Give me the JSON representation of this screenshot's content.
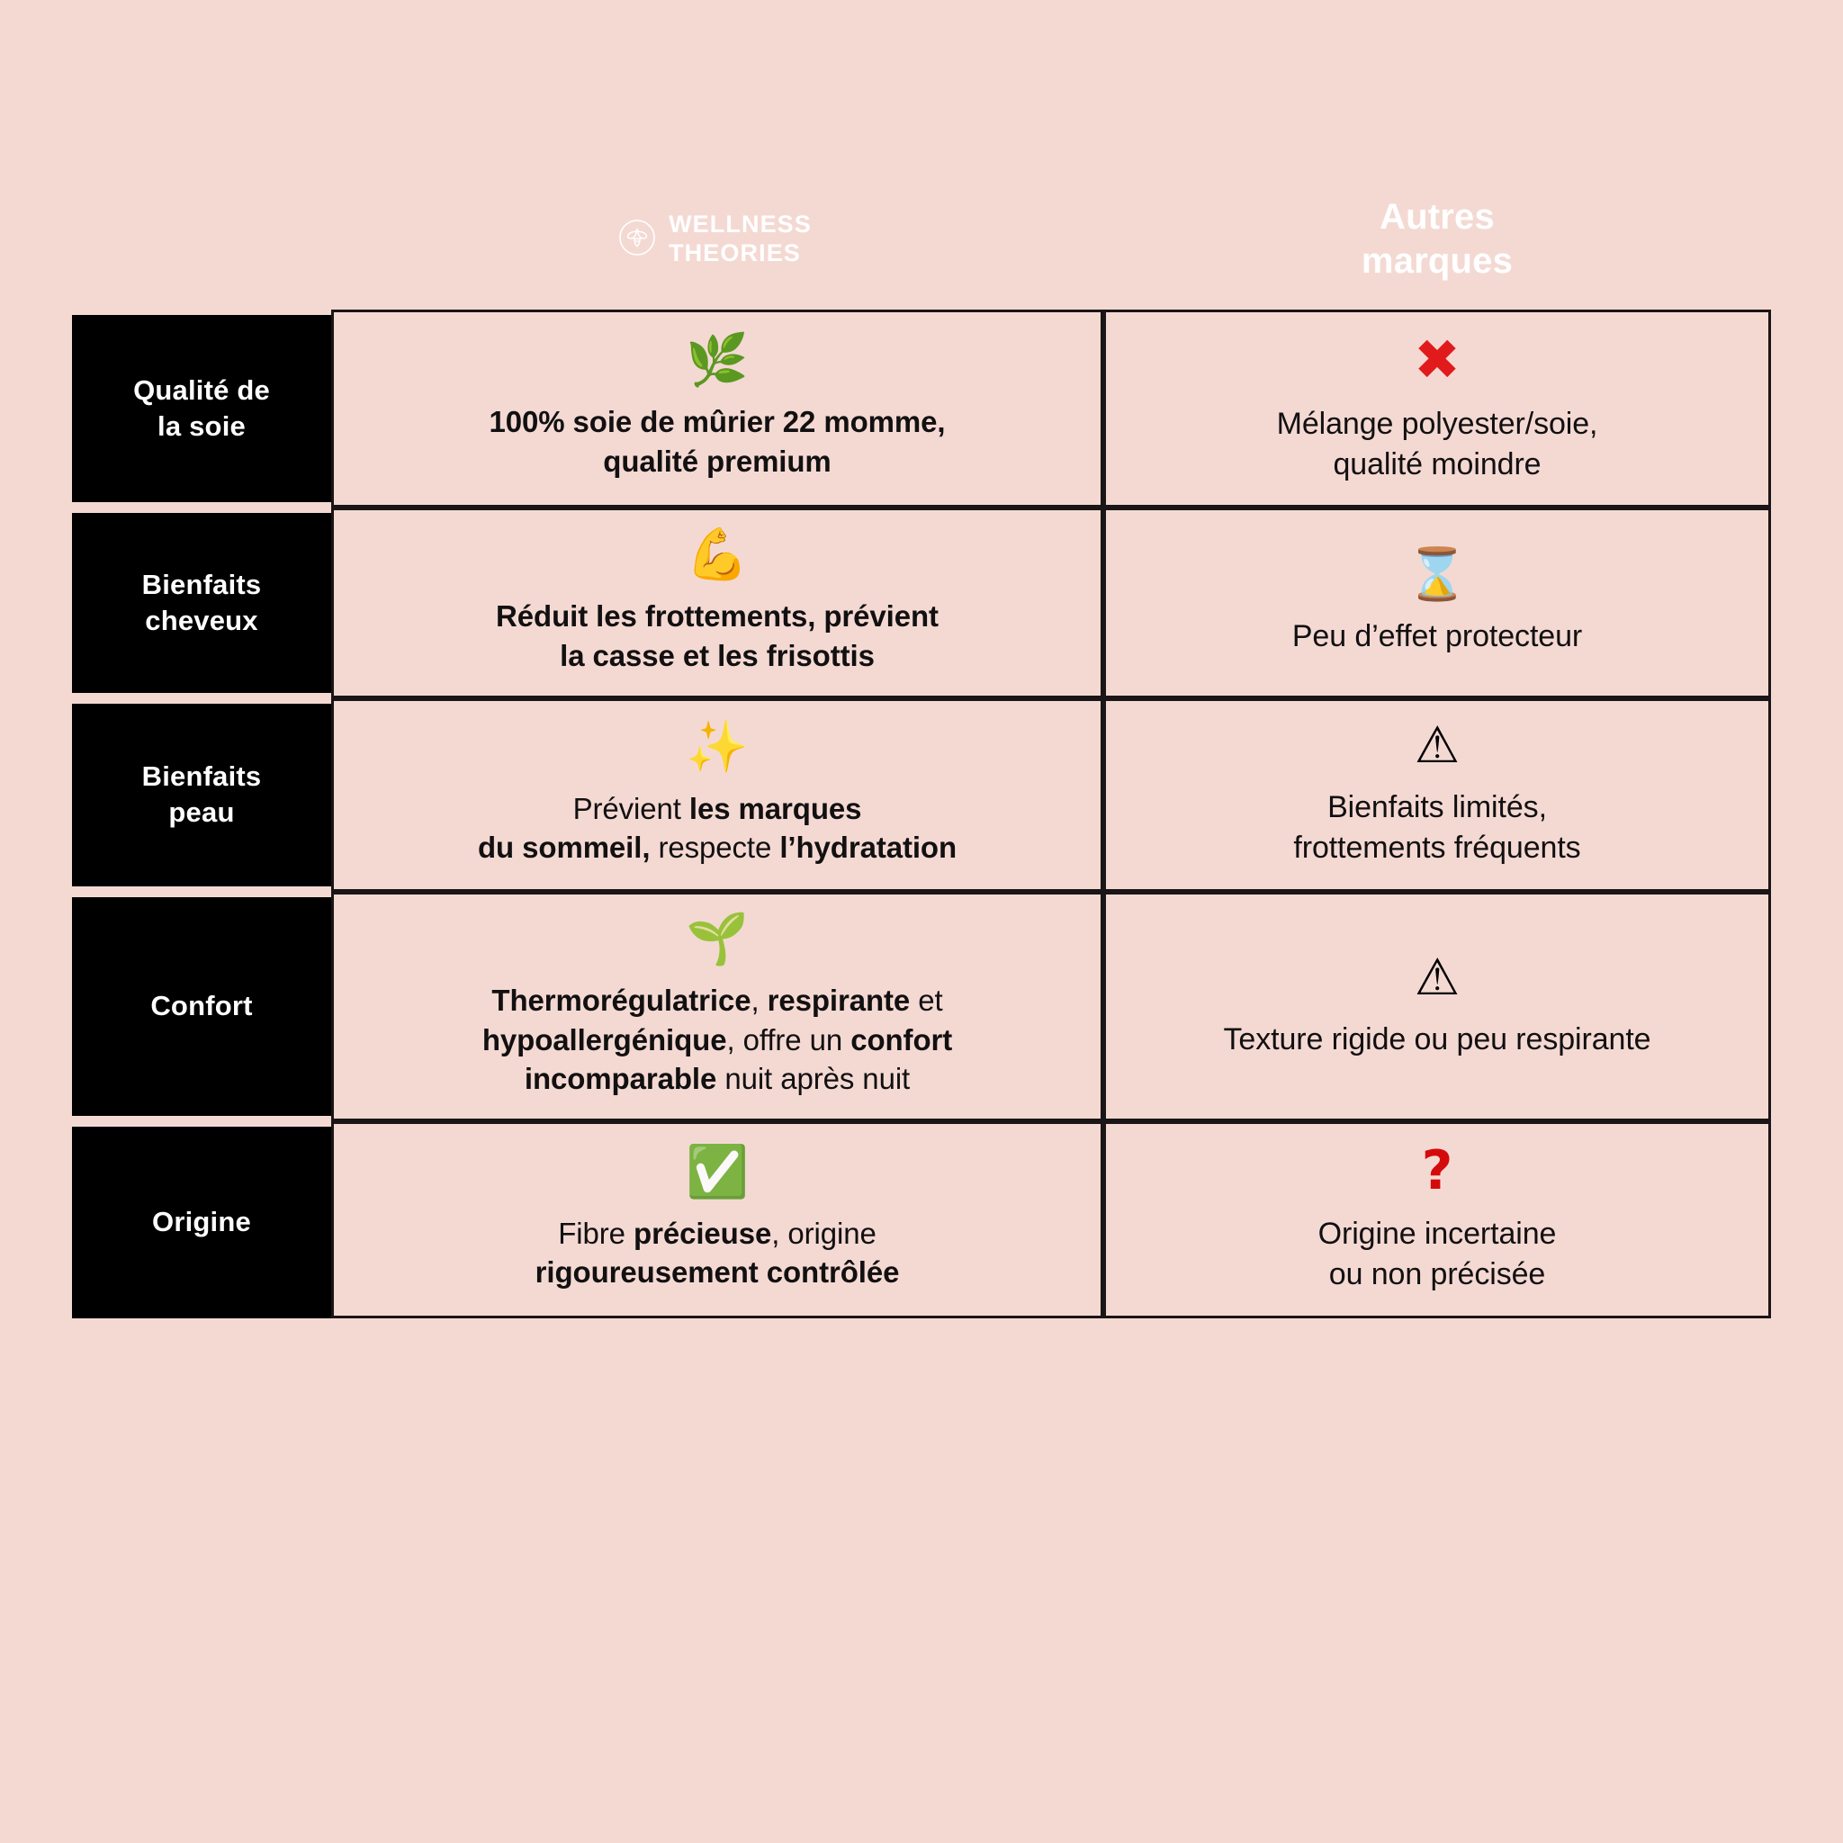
{
  "theme": {
    "background": "#F4D9D3",
    "panel_black": "#000000",
    "text_dark": "#121011",
    "border": "#1A1516",
    "red": "#E11B1B",
    "green": "#2BB534",
    "yellow": "#F5C518"
  },
  "header": {
    "brand": {
      "logo_icon": "bee-circle-logo-icon",
      "line1": "WELLNESS",
      "line2": "THEORIES"
    },
    "other": {
      "line1": "Autres",
      "line2": "marques"
    }
  },
  "rows": [
    {
      "label": "Qualité de\nla soie",
      "label_line1": "Qualité de",
      "label_line2": "la soie",
      "brand": {
        "icon": "herb-leaf-emoji",
        "icon_glyph": "🌿",
        "text": "100% soie de mûrier 22 momme, qualité premium",
        "segments": [
          {
            "t": "100% soie de mûrier 22 momme,",
            "b": true
          },
          {
            "br": true
          },
          {
            "t": "qualité premium",
            "b": true
          }
        ]
      },
      "other": {
        "icon": "red-cross-mark-icon",
        "icon_glyph": "✖",
        "text": "Mélange polyester/soie, qualité moindre",
        "segments": [
          {
            "t": "Mélange polyester/soie,",
            "b": false
          },
          {
            "br": true
          },
          {
            "t": "qualité moindre",
            "b": false
          }
        ]
      }
    },
    {
      "label": "Bienfaits\ncheveux",
      "label_line1": "Bienfaits",
      "label_line2": "cheveux",
      "brand": {
        "icon": "flexed-biceps-emoji",
        "icon_glyph": "💪",
        "text": "Réduit les frottements, prévient la casse et les frisottis",
        "segments": [
          {
            "t": "Réduit les frottements, prévient",
            "b": true
          },
          {
            "br": true
          },
          {
            "t": "la casse et les frisottis",
            "b": true
          }
        ]
      },
      "other": {
        "icon": "hourglass-emoji",
        "icon_glyph": "⌛",
        "text": "Peu d’effet protecteur",
        "segments": [
          {
            "t": "Peu d’effet protecteur",
            "b": false
          }
        ]
      }
    },
    {
      "label": "Bienfaits\npeau",
      "label_line1": "Bienfaits",
      "label_line2": "peau",
      "brand": {
        "icon": "sparkles-emoji",
        "icon_glyph": "✨",
        "text": "Prévient les marques du sommeil, respecte l’hydratation",
        "segments": [
          {
            "t": "Prévient ",
            "b": false
          },
          {
            "t": "les marques",
            "b": true
          },
          {
            "br": true
          },
          {
            "t": "du sommeil,",
            "b": true
          },
          {
            "t": " respecte ",
            "b": false
          },
          {
            "t": "l’hydratation",
            "b": true
          }
        ]
      },
      "other": {
        "icon": "warning-triangle-emoji",
        "icon_glyph": "⚠",
        "text": "Bienfaits limités, frottements fréquents",
        "segments": [
          {
            "t": "Bienfaits limités,",
            "b": false
          },
          {
            "br": true
          },
          {
            "t": "frottements fréquents",
            "b": false
          }
        ]
      }
    },
    {
      "label": "Confort",
      "label_line1": "Confort",
      "label_line2": "",
      "brand": {
        "icon": "seedling-emoji",
        "icon_glyph": "🌱",
        "text": "Thermorégulatrice, respirante et hypoallergénique, offre un confort incomparable nuit après nuit",
        "segments": [
          {
            "t": "Thermorégulatrice",
            "b": true
          },
          {
            "t": ", ",
            "b": false
          },
          {
            "t": "respirante",
            "b": true
          },
          {
            "t": " et",
            "b": false
          },
          {
            "br": true
          },
          {
            "t": "hypoallergénique",
            "b": true
          },
          {
            "t": ", offre un ",
            "b": false
          },
          {
            "t": "confort",
            "b": true
          },
          {
            "br": true
          },
          {
            "t": "incomparable",
            "b": true
          },
          {
            "t": " nuit après nuit",
            "b": false
          }
        ]
      },
      "other": {
        "icon": "warning-triangle-emoji",
        "icon_glyph": "⚠",
        "text": "Texture rigide ou peu respirante",
        "segments": [
          {
            "t": "Texture rigide ou peu respirante",
            "b": false
          }
        ]
      }
    },
    {
      "label": "Origine",
      "label_line1": "Origine",
      "label_line2": "",
      "brand": {
        "icon": "green-check-mark-button-emoji",
        "icon_glyph": "✅",
        "text": "Fibre précieuse, origine rigoureusement contrôlée",
        "segments": [
          {
            "t": "Fibre ",
            "b": false
          },
          {
            "t": "précieuse",
            "b": true
          },
          {
            "t": ", origine",
            "b": false
          },
          {
            "br": true
          },
          {
            "t": "rigoureusement contrôlée",
            "b": true
          }
        ]
      },
      "other": {
        "icon": "red-question-mark-icon",
        "icon_glyph": "?",
        "text": "Origine incertaine ou non précisée",
        "segments": [
          {
            "t": "Origine incertaine",
            "b": false
          },
          {
            "br": true
          },
          {
            "t": "ou non précisée",
            "b": false
          }
        ]
      }
    }
  ]
}
